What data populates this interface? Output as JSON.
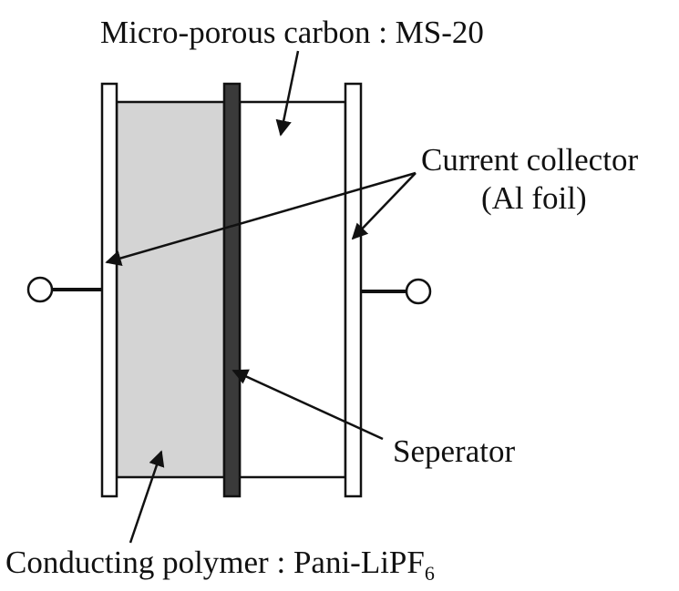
{
  "labels": {
    "micro_porous": "Micro-porous carbon : MS-20",
    "current_collector_line1": "Current collector",
    "current_collector_line2": "(Al foil)",
    "separator": "Seperator",
    "conducting_polymer": "Conducting polymer : Pani-LiPF",
    "conducting_polymer_subscript": "6"
  },
  "colors": {
    "polymer_fill": "#d4d4d4",
    "separator_fill": "#3a3a3a",
    "outline": "#111111",
    "background": "#ffffff"
  }
}
